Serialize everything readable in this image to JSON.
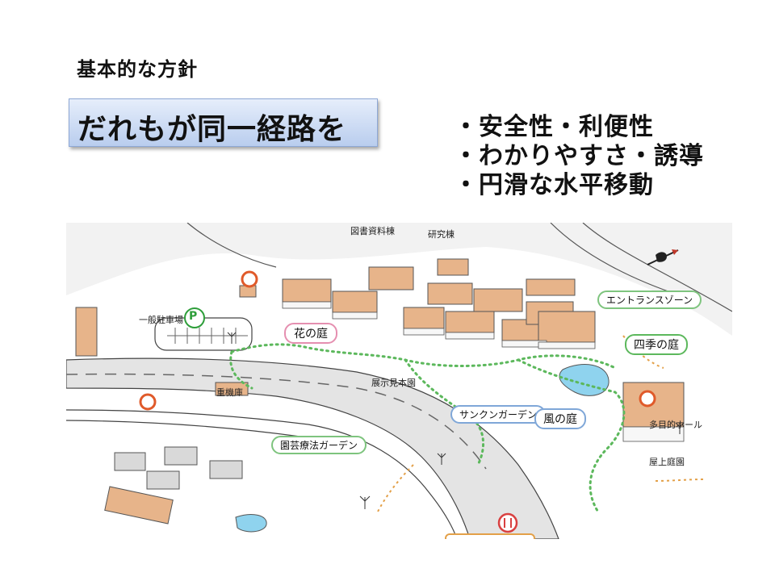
{
  "subtitle": "基本的な方針",
  "headline": "だれもが同一経路を",
  "bullets": [
    "・安全性・利便性",
    "・わかりやすさ・誘導",
    "・円滑な水平移動"
  ],
  "map": {
    "labels": {
      "library": "図書資料棟",
      "research": "研究棟",
      "parking": "一般駐車場",
      "machinery": "重機庫",
      "display_garden": "展示見本園",
      "multipurpose_hall": "多目的ホール",
      "rooftop_garden": "屋上庭園"
    },
    "tags": {
      "entrance_zone": "エントランスゾーン",
      "flower_garden": "花の庭",
      "four_seasons_garden": "四季の庭",
      "sunken_garden": "サンクンガーデン",
      "wind_garden": "風の庭",
      "horticulture_garden": "園芸療法ガーデン"
    },
    "parking_symbol": "P",
    "colors": {
      "roof": "#e7b48a",
      "building_gray": "#d9d9d9",
      "path_green": "#5cb85c",
      "path_orange": "#e3a048",
      "water": "#8fd3ee",
      "tag_green": "#7ec47e",
      "tag_pink": "#e58fb0",
      "tag_blue": "#7fa7d8"
    },
    "icons": [
      "restroom-icon",
      "wheelchair-icon",
      "restaurant-icon",
      "compass-icon"
    ]
  }
}
